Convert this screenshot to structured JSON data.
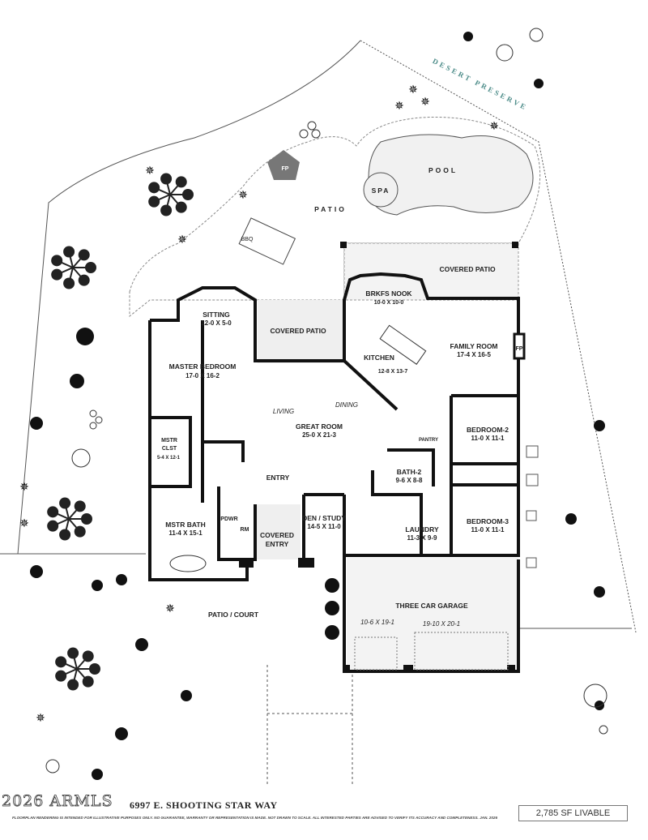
{
  "watermark": "2026 ARMLS",
  "address": "6997 E. SHOOTING STAR WAY",
  "disclaimer": "FLOORPLAN RENDERING IS INTENDED FOR ILLUSTRATIVE PURPOSES ONLY.  NO GUARANTEE, WARRANTY OR REPRESENTATION IS MADE.  NOT DRAWN TO SCALE.  ALL INTERESTED PARTIES ARE ADVISED TO VERIFY ITS ACCURACY AND COMPLETENESS.  JAN. 2026",
  "livable": "2,785 SF LIVABLE",
  "landscape": {
    "desert_preserve": "DESERT PRESERVE",
    "pool": "POOL",
    "spa": "SPA",
    "patio": "PATIO",
    "bbq": "BBQ",
    "fp_outdoor": "FP",
    "patio_court": "PATIO / COURT"
  },
  "rooms": {
    "covered_patio_rear": {
      "name": "COVERED PATIO"
    },
    "brkfs_nook": {
      "name": "BRKFS NOOK",
      "size": "10-0 X 10-0"
    },
    "sitting": {
      "name": "SITTING",
      "size": "12-0 X 5-0"
    },
    "covered_patio_mid": {
      "name": "COVERED PATIO"
    },
    "master_bedroom": {
      "name": "MASTER BEDROOM",
      "size": "17-0  X  16-2"
    },
    "kitchen": {
      "name": "KITCHEN",
      "size": "12-8 X 13-7"
    },
    "family_room": {
      "name": "FAMILY ROOM",
      "size": "17-4  X  16-5"
    },
    "fp_family": {
      "name": "FP"
    },
    "living": {
      "name": "LIVING"
    },
    "dining": {
      "name": "DINING"
    },
    "great_room": {
      "name": "GREAT ROOM",
      "size": "25-0  X  21-3"
    },
    "bedroom2": {
      "name": "BEDROOM-2",
      "size": "11-0  X  11-1"
    },
    "mstr_clst": {
      "name1": "MSTR",
      "name2": "CLST",
      "size": "5-4 X 12-1"
    },
    "pantry": {
      "name": "PANTRY"
    },
    "bath2": {
      "name": "BATH-2",
      "size": "9-6 X 8-8"
    },
    "entry": {
      "name": "ENTRY"
    },
    "den_study": {
      "name": "DEN / STUDY",
      "size": "14-5  X  11-0"
    },
    "bedroom3": {
      "name": "BEDROOM-3",
      "size": "11-0  X  11-1"
    },
    "laundry": {
      "name": "LAUNDRY",
      "size": "11-3 X 9-9"
    },
    "mstr_bath": {
      "name": "MSTR BATH",
      "size": "11-4 X 15-1"
    },
    "pdwr_rm": {
      "name1": "PDWR",
      "name2": "RM"
    },
    "covered_entry": {
      "name1": "COVERED",
      "name2": "ENTRY"
    },
    "garage": {
      "name": "THREE CAR GARAGE",
      "size1": "10-6 X 19-1",
      "size2": "19-10 X 20-1"
    }
  },
  "colors": {
    "wall": "#111111",
    "covered": "#efefef",
    "pool": "#f1f1f1",
    "preserve_text": "#4e8d8a",
    "fireplace": "#777777"
  }
}
